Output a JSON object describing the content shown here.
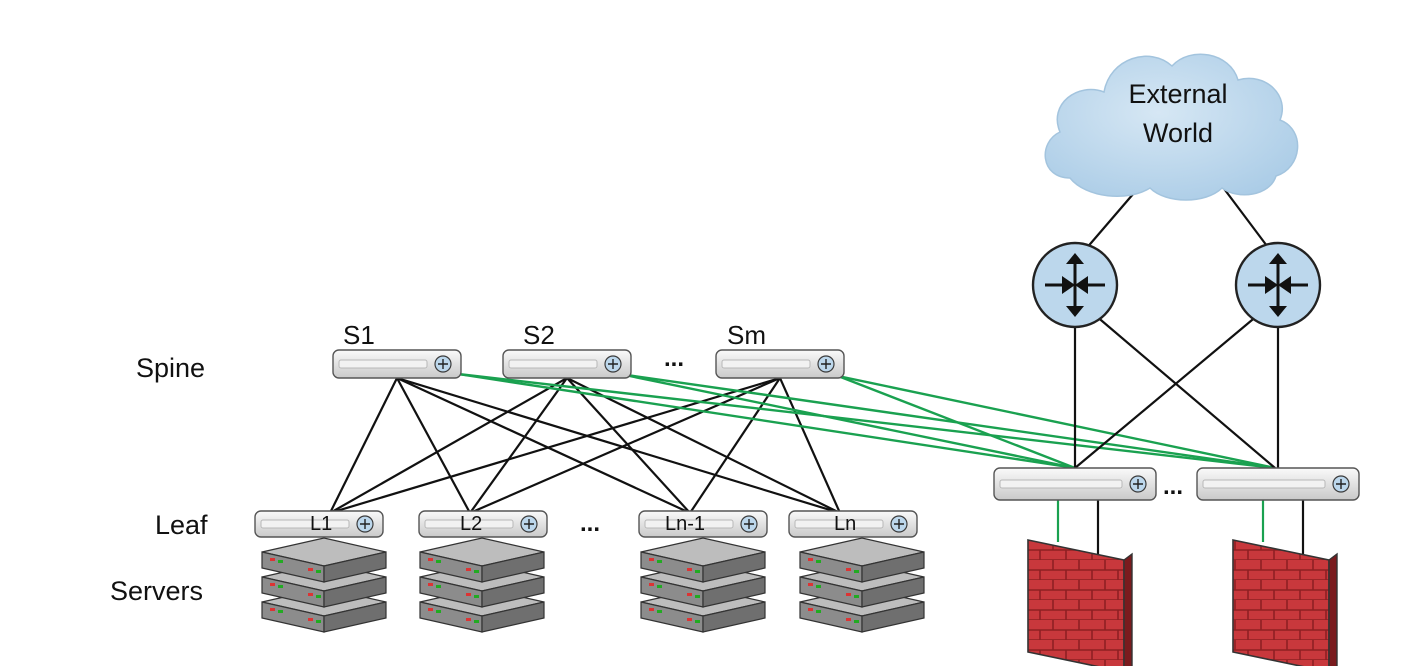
{
  "labels": {
    "spine": "Spine",
    "leaf": "Leaf",
    "servers": "Servers",
    "external_line1": "External",
    "external_line2": "World"
  },
  "spines": [
    {
      "id": "S1",
      "label": "S1"
    },
    {
      "id": "S2",
      "label": "S2"
    },
    {
      "id": "Sm",
      "label": "Sm"
    }
  ],
  "leaves": [
    {
      "id": "L1",
      "label": "L1"
    },
    {
      "id": "L2",
      "label": "L2"
    },
    {
      "id": "Ln-1",
      "label": "Ln-1"
    },
    {
      "id": "Ln",
      "label": "Ln"
    }
  ],
  "ellipsis": "...",
  "colors": {
    "link_black": "#111111",
    "link_green": "#1aa150",
    "cloud": "#bcd7ec",
    "router": "#bcd7ec",
    "switch_body": "#e6e6e6",
    "server_body": "#8c8c8c",
    "firewall": "#c8383c"
  }
}
